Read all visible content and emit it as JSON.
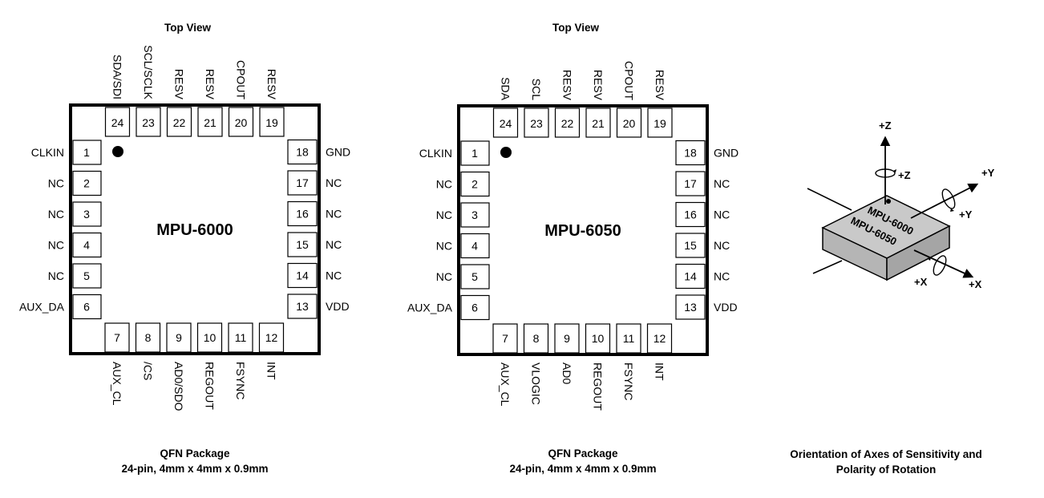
{
  "packages": [
    {
      "top_label": "Top View",
      "chip_name": "MPU-6000",
      "caption_line1": "QFN Package",
      "caption_line2": "24-pin, 4mm x 4mm x 0.9mm",
      "pins_left": [
        {
          "num": "1",
          "name": "CLKIN"
        },
        {
          "num": "2",
          "name": "NC"
        },
        {
          "num": "3",
          "name": "NC"
        },
        {
          "num": "4",
          "name": "NC"
        },
        {
          "num": "5",
          "name": "NC"
        },
        {
          "num": "6",
          "name": "AUX_DA"
        }
      ],
      "pins_bottom": [
        {
          "num": "7",
          "name": "AUX_CL"
        },
        {
          "num": "8",
          "name": "/CS"
        },
        {
          "num": "9",
          "name": "AD0/SDO"
        },
        {
          "num": "10",
          "name": "REGOUT"
        },
        {
          "num": "11",
          "name": "FSYNC"
        },
        {
          "num": "12",
          "name": "INT"
        }
      ],
      "pins_right": [
        {
          "num": "13",
          "name": "VDD"
        },
        {
          "num": "14",
          "name": "NC"
        },
        {
          "num": "15",
          "name": "NC"
        },
        {
          "num": "16",
          "name": "NC"
        },
        {
          "num": "17",
          "name": "NC"
        },
        {
          "num": "18",
          "name": "GND"
        }
      ],
      "pins_top": [
        {
          "num": "19",
          "name": "RESV"
        },
        {
          "num": "20",
          "name": "CPOUT"
        },
        {
          "num": "21",
          "name": "RESV"
        },
        {
          "num": "22",
          "name": "RESV"
        },
        {
          "num": "23",
          "name": "SCL/SCLK"
        },
        {
          "num": "24",
          "name": "SDA/SDI"
        }
      ]
    },
    {
      "top_label": "Top View",
      "chip_name": "MPU-6050",
      "caption_line1": "QFN Package",
      "caption_line2": "24-pin, 4mm x 4mm x 0.9mm",
      "pins_left": [
        {
          "num": "1",
          "name": "CLKIN"
        },
        {
          "num": "2",
          "name": "NC"
        },
        {
          "num": "3",
          "name": "NC"
        },
        {
          "num": "4",
          "name": "NC"
        },
        {
          "num": "5",
          "name": "NC"
        },
        {
          "num": "6",
          "name": "AUX_DA"
        }
      ],
      "pins_bottom": [
        {
          "num": "7",
          "name": "AUX_CL"
        },
        {
          "num": "8",
          "name": "VLOGIC"
        },
        {
          "num": "9",
          "name": "AD0"
        },
        {
          "num": "10",
          "name": "REGOUT"
        },
        {
          "num": "11",
          "name": "FSYNC"
        },
        {
          "num": "12",
          "name": "INT"
        }
      ],
      "pins_right": [
        {
          "num": "13",
          "name": "VDD"
        },
        {
          "num": "14",
          "name": "NC"
        },
        {
          "num": "15",
          "name": "NC"
        },
        {
          "num": "16",
          "name": "NC"
        },
        {
          "num": "17",
          "name": "NC"
        },
        {
          "num": "18",
          "name": "GND"
        }
      ],
      "pins_top": [
        {
          "num": "19",
          "name": "RESV"
        },
        {
          "num": "20",
          "name": "CPOUT"
        },
        {
          "num": "21",
          "name": "RESV"
        },
        {
          "num": "22",
          "name": "RESV"
        },
        {
          "num": "23",
          "name": "SCL"
        },
        {
          "num": "24",
          "name": "SDA"
        }
      ]
    }
  ],
  "orientation": {
    "chip_label_1": "MPU-6000",
    "chip_label_2": "MPU-6050",
    "axis_z": "+Z",
    "axis_z_rot": "+Z",
    "axis_y": "+Y",
    "axis_y_rot": "+Y",
    "axis_x": "+X",
    "axis_x_rot": "+X",
    "caption_line1": "Orientation of Axes of Sensitivity and",
    "caption_line2": "Polarity of Rotation"
  },
  "colors": {
    "outline": "#000000",
    "chip_top": "#c8c8c8",
    "chip_side": "#a6a6a6",
    "chip_front": "#b8b8b8"
  }
}
